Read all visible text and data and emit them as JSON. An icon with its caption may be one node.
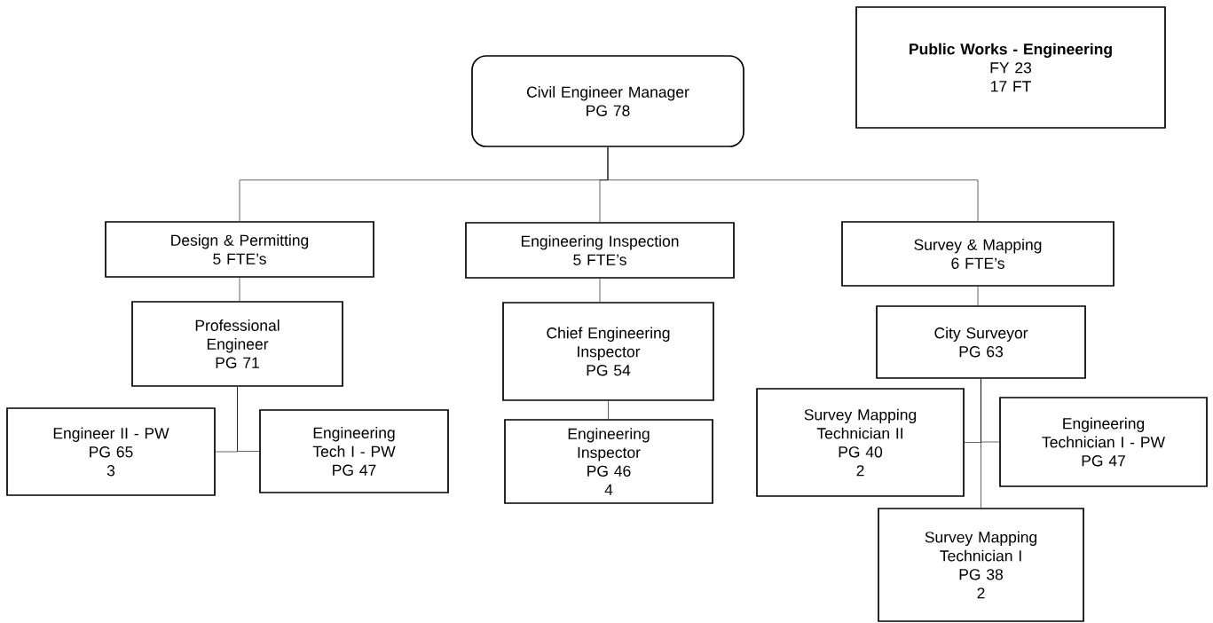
{
  "diagram": {
    "nodes": [
      {
        "text": [
          "Public Works - Engineering",
          "FY 23",
          "17 FT"
        ]
      },
      {
        "text": [
          "Civil Engineer Manager",
          "PG 78"
        ]
      },
      {
        "text": [
          "Design & Permitting",
          "5 FTE’s"
        ]
      },
      {
        "text": [
          "Engineering Inspection",
          "5 FTE’s"
        ]
      },
      {
        "text": [
          "Survey & Mapping",
          "6 FTE’s"
        ]
      },
      {
        "text": [
          "Professional Engineer",
          "PG 71"
        ]
      },
      {
        "text": [
          "Engineer II - PW",
          "PG 65",
          "3"
        ]
      },
      {
        "text": [
          "Engineering Tech I - PW",
          "PG 47"
        ]
      },
      {
        "text": [
          "Chief Engineering Inspector",
          "PG 54"
        ]
      },
      {
        "text": [
          "Engineering Inspector",
          "PG 46",
          "4"
        ]
      },
      {
        "text": [
          "City Surveyor",
          "PG 63"
        ]
      },
      {
        "text": [
          "Survey Mapping Technician II",
          "PG 40",
          "2"
        ]
      },
      {
        "text": [
          "Engineering Technician I - PW",
          "PG 47"
        ]
      },
      {
        "text": [
          "Survey Mapping Technician I",
          "PG 38",
          "2"
        ]
      }
    ],
    "edges": [
      {
        "from": 1,
        "to": 2,
        "arrow": "none"
      },
      {
        "from": 1,
        "to": 3,
        "arrow": "none"
      },
      {
        "from": 1,
        "to": 4,
        "arrow": "none"
      },
      {
        "from": 2,
        "to": 5,
        "arrow": "none"
      },
      {
        "from": 5,
        "to": 6,
        "arrow": "none"
      },
      {
        "from": 5,
        "to": 7,
        "arrow": "none"
      },
      {
        "from": 3,
        "to": 8,
        "arrow": "none"
      },
      {
        "from": 8,
        "to": 9,
        "arrow": "none"
      },
      {
        "from": 4,
        "to": 10,
        "arrow": "none"
      },
      {
        "from": 10,
        "to": 11,
        "arrow": "none"
      },
      {
        "from": 10,
        "to": 12,
        "arrow": "none"
      },
      {
        "from": 10,
        "to": 13,
        "arrow": "none"
      }
    ]
  }
}
